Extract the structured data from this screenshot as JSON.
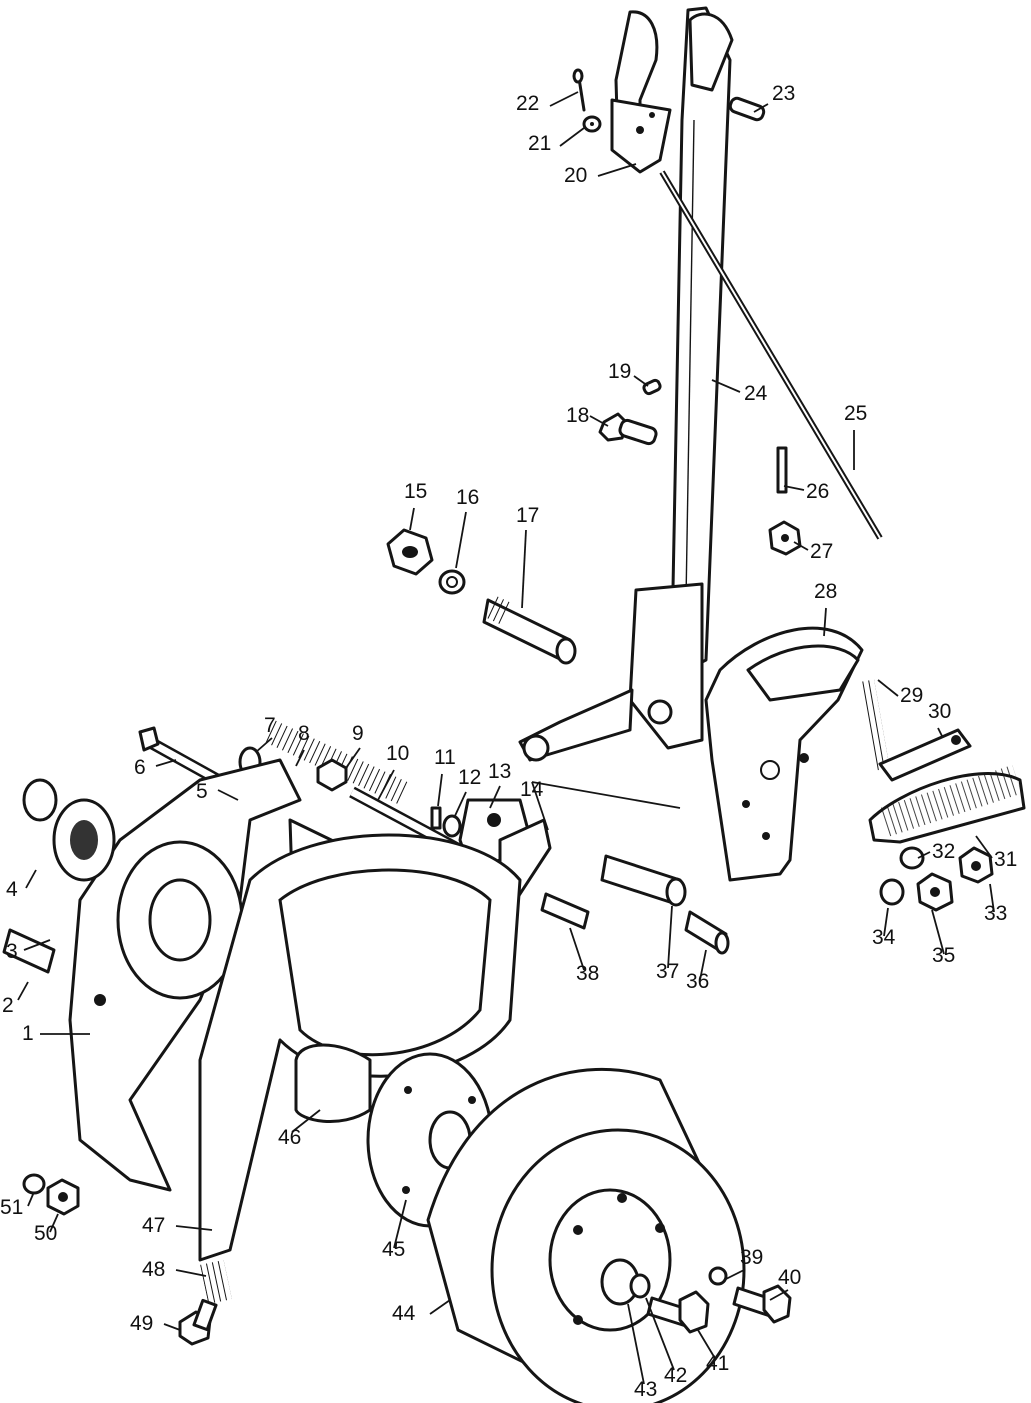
{
  "labels": [
    {
      "n": "1"
    },
    {
      "n": "2"
    },
    {
      "n": "3"
    },
    {
      "n": "4"
    },
    {
      "n": "5"
    },
    {
      "n": "6"
    },
    {
      "n": "7"
    },
    {
      "n": "8"
    },
    {
      "n": "9"
    },
    {
      "n": "10"
    },
    {
      "n": "11"
    },
    {
      "n": "12"
    },
    {
      "n": "13"
    },
    {
      "n": "14"
    },
    {
      "n": "15"
    },
    {
      "n": "16"
    },
    {
      "n": "17"
    },
    {
      "n": "18"
    },
    {
      "n": "19"
    },
    {
      "n": "20"
    },
    {
      "n": "21"
    },
    {
      "n": "22"
    },
    {
      "n": "23"
    },
    {
      "n": "24"
    },
    {
      "n": "25"
    },
    {
      "n": "26"
    },
    {
      "n": "27"
    },
    {
      "n": "28"
    },
    {
      "n": "29"
    },
    {
      "n": "30"
    },
    {
      "n": "31"
    },
    {
      "n": "32"
    },
    {
      "n": "33"
    },
    {
      "n": "34"
    },
    {
      "n": "35"
    },
    {
      "n": "36"
    },
    {
      "n": "37"
    },
    {
      "n": "38"
    },
    {
      "n": "39"
    },
    {
      "n": "40"
    },
    {
      "n": "41"
    },
    {
      "n": "42"
    },
    {
      "n": "43"
    },
    {
      "n": "44"
    },
    {
      "n": "45"
    },
    {
      "n": "46"
    },
    {
      "n": "47"
    },
    {
      "n": "48"
    },
    {
      "n": "49"
    },
    {
      "n": "50"
    },
    {
      "n": "51"
    }
  ],
  "colors": {
    "ink": "#151515",
    "paper": "#ffffff"
  }
}
